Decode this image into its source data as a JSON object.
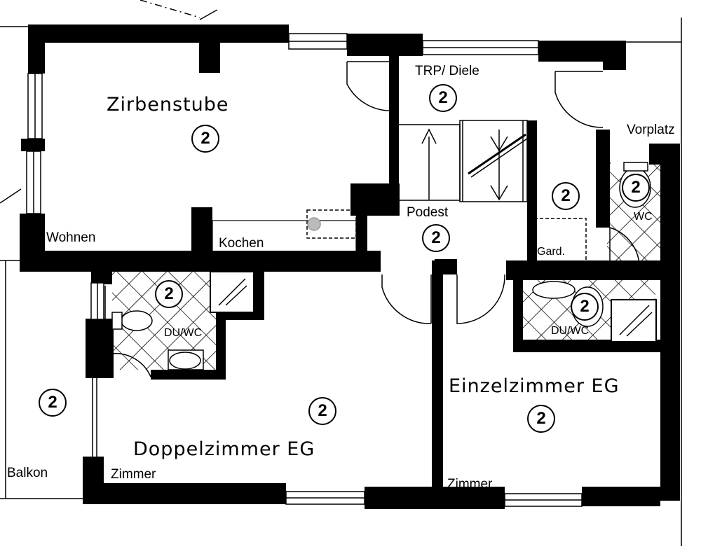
{
  "rooms": {
    "zirbenstube": {
      "name": "Zirbenstube",
      "floor": "2",
      "sub": "Wohnen"
    },
    "kochen": {
      "name": "Kochen"
    },
    "trp_diele": {
      "name": "TRP/ Diele",
      "floor": "2"
    },
    "vorplatz": {
      "name": "Vorplatz"
    },
    "gard": {
      "name": "Gard.",
      "floor": "2"
    },
    "wc_top": {
      "name": "WC",
      "floor": "2"
    },
    "podest": {
      "name": "Podest",
      "floor": "2"
    },
    "duwc_left": {
      "name": "DU/WC",
      "floor": "2"
    },
    "duwc_right": {
      "name": "DU/WC",
      "floor": "2"
    },
    "balkon": {
      "name": "Balkon",
      "floor": "2"
    },
    "doppelzimmer": {
      "name": "Doppelzimmer EG",
      "floor": "2",
      "sub": "Zimmer"
    },
    "einzelzimmer": {
      "name": "Einzelzimmer EG",
      "floor": "2",
      "sub": "Zimmer"
    }
  }
}
